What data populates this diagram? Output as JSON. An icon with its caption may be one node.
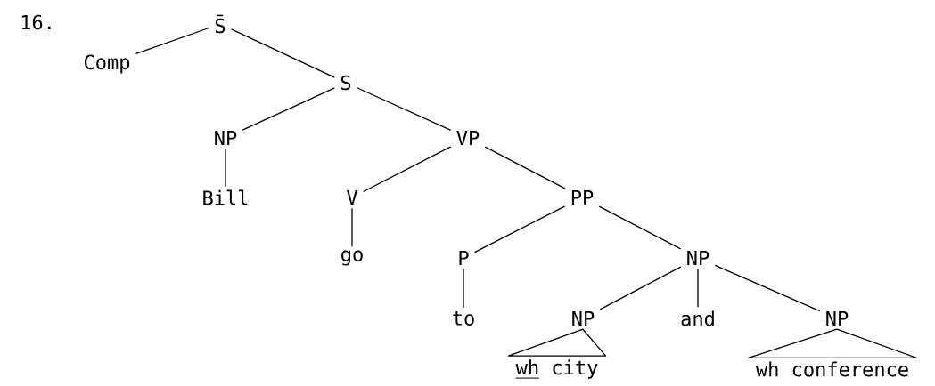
{
  "diagram": {
    "nodes": [
      {
        "text": [
          "S̄"
        ]
      },
      {
        "text": [
          "Comp"
        ]
      },
      {
        "text": [
          "S"
        ]
      },
      {
        "text": [
          "NP"
        ]
      },
      {
        "text": [
          "VP"
        ]
      },
      {
        "text": [
          "Bill"
        ]
      },
      {
        "text": [
          "V"
        ]
      },
      {
        "text": [
          "PP"
        ]
      },
      {
        "text": [
          "go"
        ]
      },
      {
        "text": [
          "P"
        ]
      },
      {
        "text": [
          "NP"
        ]
      },
      {
        "text": [
          "to"
        ]
      },
      {
        "text": [
          "NP"
        ]
      },
      {
        "text": [
          "and"
        ]
      },
      {
        "text": [
          "NP"
        ]
      },
      {
        "text": [
          "wh city"
        ]
      },
      {
        "text": [
          "wh conference"
        ]
      }
    ],
    "edges": [
      {
        "from": 0,
        "to": 1,
        "arrow": "none"
      },
      {
        "from": 0,
        "to": 2,
        "arrow": "none"
      },
      {
        "from": 2,
        "to": 3,
        "arrow": "none"
      },
      {
        "from": 2,
        "to": 4,
        "arrow": "none"
      },
      {
        "from": 3,
        "to": 5,
        "arrow": "none"
      },
      {
        "from": 4,
        "to": 6,
        "arrow": "none"
      },
      {
        "from": 4,
        "to": 7,
        "arrow": "none"
      },
      {
        "from": 6,
        "to": 8,
        "arrow": "none"
      },
      {
        "from": 7,
        "to": 9,
        "arrow": "none"
      },
      {
        "from": 7,
        "to": 10,
        "arrow": "none"
      },
      {
        "from": 9,
        "to": 11,
        "arrow": "none"
      },
      {
        "from": 10,
        "to": 12,
        "arrow": "none"
      },
      {
        "from": 10,
        "to": 13,
        "arrow": "none"
      },
      {
        "from": 10,
        "to": 14,
        "arrow": "none"
      },
      {
        "from": 12,
        "to": 15,
        "arrow": "none"
      },
      {
        "from": 14,
        "to": 16,
        "arrow": "none"
      }
    ],
    "labels": [
      "16."
    ]
  }
}
